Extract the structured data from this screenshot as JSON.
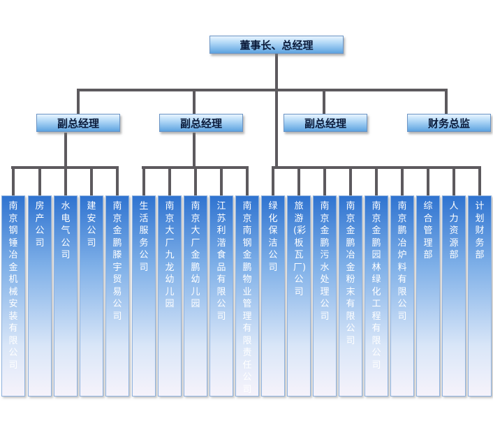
{
  "chairman": "董事长、总经理",
  "level2": [
    "副总经理",
    "副总经理",
    "副总经理",
    "财务总监"
  ],
  "units": [
    "南京钢锤冶金机械安装有限公司",
    "房产公司",
    "水电气公司",
    "建安公司",
    "南京金鹏滕宇贸易公司",
    "生活服务公司",
    "南京大厂九龙幼儿园",
    "南京大厂金鹏幼儿园",
    "江苏利湝食品有限公司",
    "南京南钢金鹏物业管理有限责任公司",
    "绿化保洁公司",
    "旅游(彩板瓦厂)公司",
    "南京金鹏污水处理公司",
    "南京金鹏冶金粉末有限公司",
    "南京金鹏园林绿化工程有限公司",
    "南京鹏冶炉料有限公司",
    "综合管理部",
    "人力资源部",
    "计划财务部"
  ],
  "colors": {
    "connector": "#5d5a5e"
  }
}
